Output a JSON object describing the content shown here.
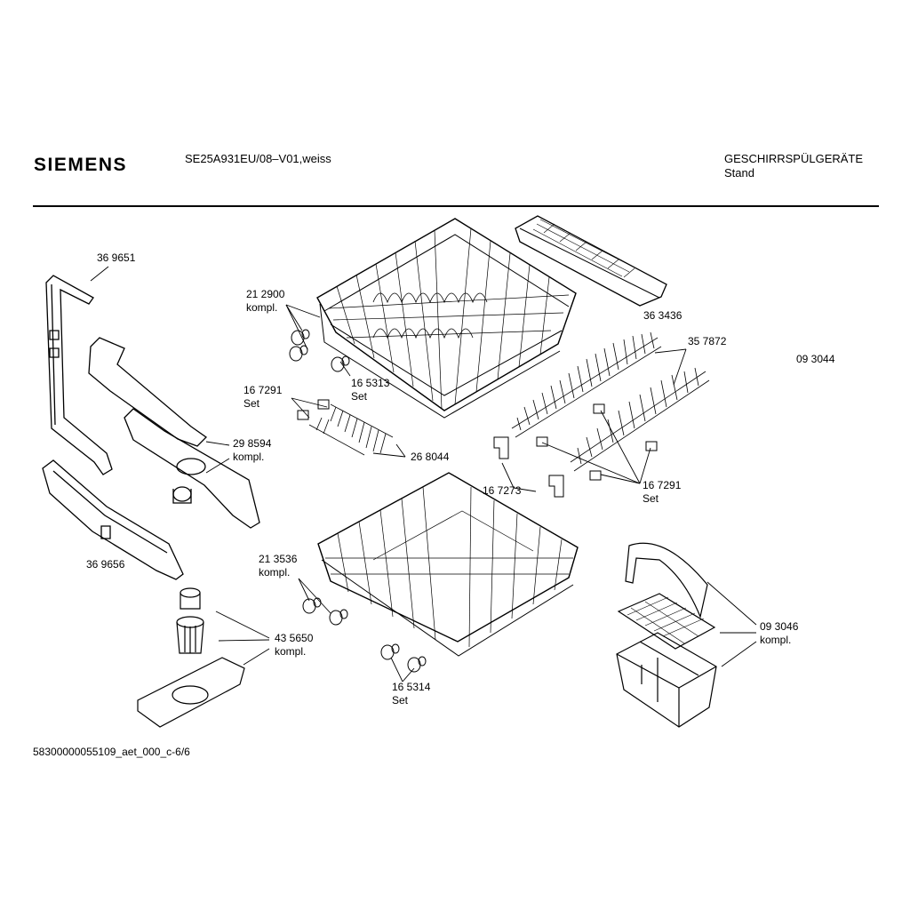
{
  "header": {
    "brand": "SIEMENS",
    "model": "SE25A931EU/08–V01,weiss",
    "category": "GESCHIRRSPÜLGERÄTE",
    "subcategory": "Stand"
  },
  "diagram_id": "09 3044",
  "footer": {
    "doc_number": "58300000055109_aet_000_c-6/6"
  },
  "labels": [
    {
      "id": "l1",
      "part": "36 9651"
    },
    {
      "id": "l2",
      "part": "21 2900",
      "sub": "kompl."
    },
    {
      "id": "l3",
      "part": "16 5313",
      "sub": "Set"
    },
    {
      "id": "l4",
      "part": "36 3436"
    },
    {
      "id": "l5",
      "part": "35 7872"
    },
    {
      "id": "l6",
      "part": "16 7291",
      "sub": "Set"
    },
    {
      "id": "l7",
      "part": "29 8594",
      "sub": "kompl."
    },
    {
      "id": "l8",
      "part": "26 8044"
    },
    {
      "id": "l9",
      "part": "16 7273"
    },
    {
      "id": "l10",
      "part": "16 7291",
      "sub": "Set"
    },
    {
      "id": "l11",
      "part": "36 9656"
    },
    {
      "id": "l12",
      "part": "21 3536",
      "sub": "kompl."
    },
    {
      "id": "l13",
      "part": "09 3046",
      "sub": "kompl."
    },
    {
      "id": "l14",
      "part": "43 5650",
      "sub": "kompl."
    },
    {
      "id": "l15",
      "part": "16 5314",
      "sub": "Set"
    }
  ]
}
